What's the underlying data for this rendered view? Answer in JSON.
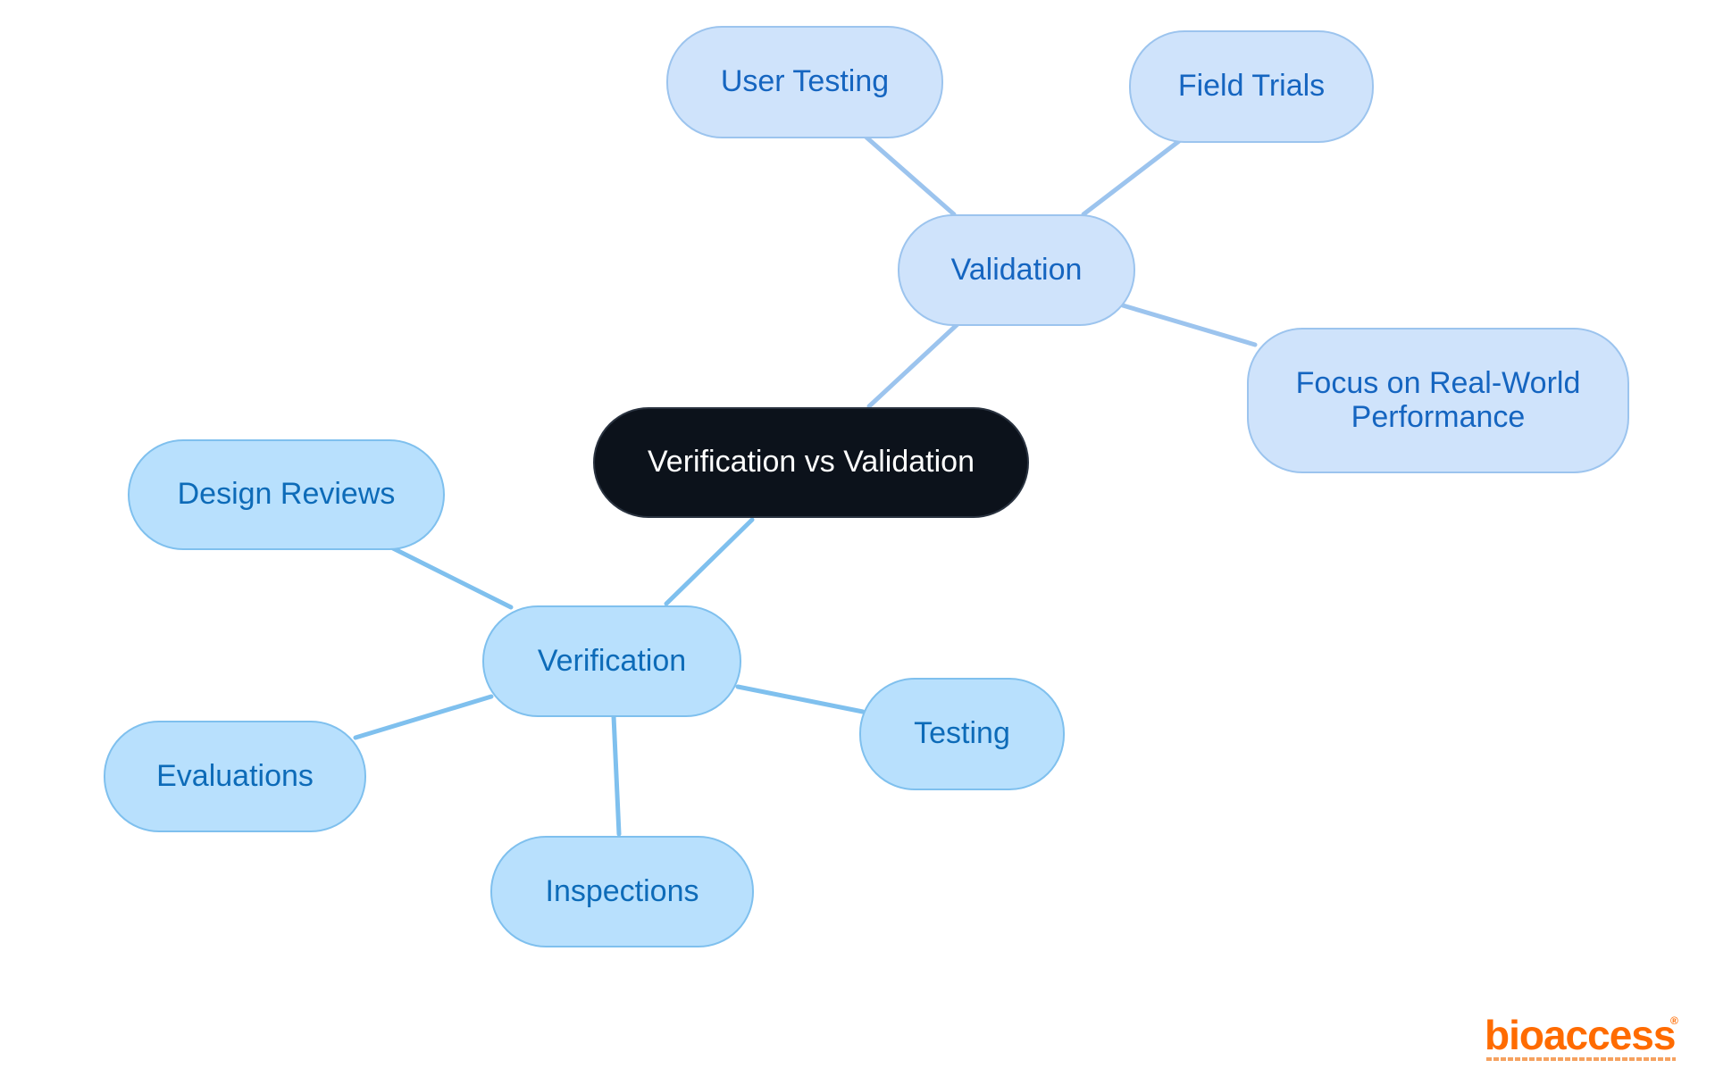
{
  "diagram": {
    "center": "Verification vs Validation",
    "validation": {
      "label": "Validation",
      "children": [
        "User Testing",
        "Field Trials",
        "Focus on Real-World Performance"
      ]
    },
    "verification": {
      "label": "Verification",
      "children": [
        "Design Reviews",
        "Evaluations",
        "Inspections",
        "Testing"
      ]
    }
  },
  "logo": {
    "text": "bioaccess",
    "mark": "®"
  },
  "colors": {
    "center_fill": "#0c121b",
    "validation_fill": "#cfe3fb",
    "validation_text": "#1565c0",
    "validation_line": "#9cc4ee",
    "verification_fill": "#b8e0fd",
    "verification_text": "#0d6bb8",
    "verification_line": "#7fc0ee",
    "logo": "#ff6b00"
  }
}
